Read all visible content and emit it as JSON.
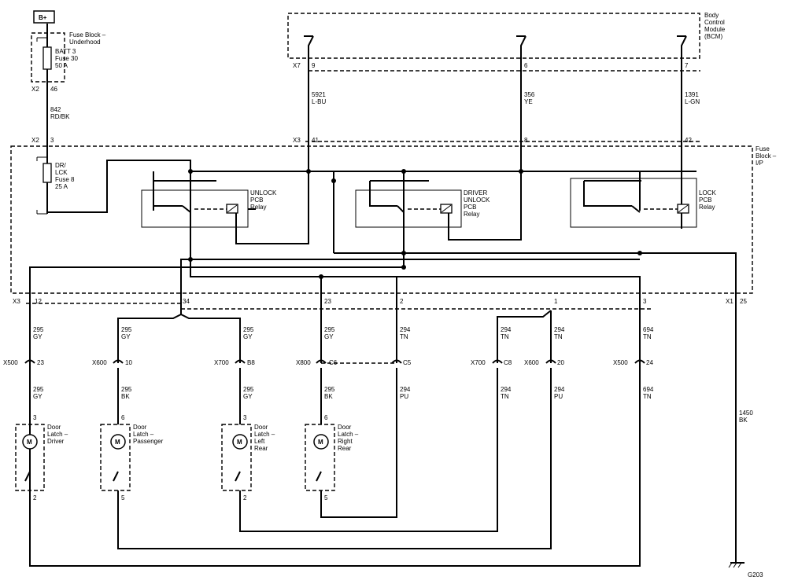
{
  "power": {
    "label": "B+"
  },
  "fuse_block_underhood": {
    "name": "Fuse Block –\nUnderhood",
    "fuse": "BATT 3\nFuse 30\n50 A",
    "conn": "X2",
    "pin_top": "46",
    "pin_bottom": "3"
  },
  "wire_842": {
    "circuit": "842",
    "color": "RD/BK"
  },
  "bcm": {
    "name": "Body\nControl\nModule\n(BCM)",
    "conn": "X7",
    "pins": [
      "9",
      "6",
      "7"
    ]
  },
  "bcm_wires": [
    {
      "circuit": "5921",
      "color": "L-BU"
    },
    {
      "circuit": "356",
      "color": "YE"
    },
    {
      "circuit": "1391",
      "color": "L-GN"
    }
  ],
  "fuse_block_ip": {
    "name": "Fuse\nBlock –\nI/P",
    "conn_top": "X3",
    "pins_top": [
      "41",
      "8",
      "42"
    ],
    "fuse": "DR/\nLCK\nFuse 8\n25 A",
    "conn_bottom": "X3",
    "pins_bottom": [
      "12",
      "34",
      "23",
      "2",
      "1",
      "3"
    ],
    "conn_ground": "X1",
    "pin_ground": "25"
  },
  "relays": [
    {
      "label": "UNLOCK\nPCB\nRelay"
    },
    {
      "label": "DRIVER\nUNLOCK\nPCB\nRelay"
    },
    {
      "label": "LOCK\nPCB\nRelay"
    }
  ],
  "upper_wires": [
    {
      "circuit": "295",
      "color": "GY"
    },
    {
      "circuit": "295",
      "color": "GY"
    },
    {
      "circuit": "295",
      "color": "GY"
    },
    {
      "circuit": "295",
      "color": "GY"
    },
    {
      "circuit": "294",
      "color": "TN"
    },
    {
      "circuit": "294",
      "color": "TN"
    },
    {
      "circuit": "294",
      "color": "TN"
    },
    {
      "circuit": "694",
      "color": "TN"
    }
  ],
  "connectors": [
    {
      "conn": "X500",
      "pin": "23"
    },
    {
      "conn": "X600",
      "pin": "10"
    },
    {
      "conn": "X700",
      "pin": "B8"
    },
    {
      "conn": "X800",
      "pin": "C6"
    },
    {
      "conn": "",
      "pin": "C5"
    },
    {
      "conn": "X700",
      "pin": "C8"
    },
    {
      "conn": "X600",
      "pin": "20"
    },
    {
      "conn": "X500",
      "pin": "24"
    }
  ],
  "lower_wires": [
    {
      "circuit": "295",
      "color": "GY"
    },
    {
      "circuit": "295",
      "color": "BK"
    },
    {
      "circuit": "295",
      "color": "GY"
    },
    {
      "circuit": "295",
      "color": "BK"
    },
    {
      "circuit": "294",
      "color": "PU"
    },
    {
      "circuit": "294",
      "color": "TN"
    },
    {
      "circuit": "294",
      "color": "PU"
    },
    {
      "circuit": "694",
      "color": "TN"
    }
  ],
  "latches": [
    {
      "name": "Door\nLatch –\nDriver",
      "pin_top": "3",
      "pin_bottom": "2"
    },
    {
      "name": "Door\nLatch –\nPassenger",
      "pin_top": "6",
      "pin_bottom": "5"
    },
    {
      "name": "Door\nLatch –\nLeft\nRear",
      "pin_top": "3",
      "pin_bottom": "2"
    },
    {
      "name": "Door\nLatch –\nRight\nRear",
      "pin_top": "6",
      "pin_bottom": "5"
    }
  ],
  "motor_symbol": "M",
  "ground_wire": {
    "circuit": "1450",
    "color": "BK"
  },
  "ground": {
    "label": "G203"
  }
}
